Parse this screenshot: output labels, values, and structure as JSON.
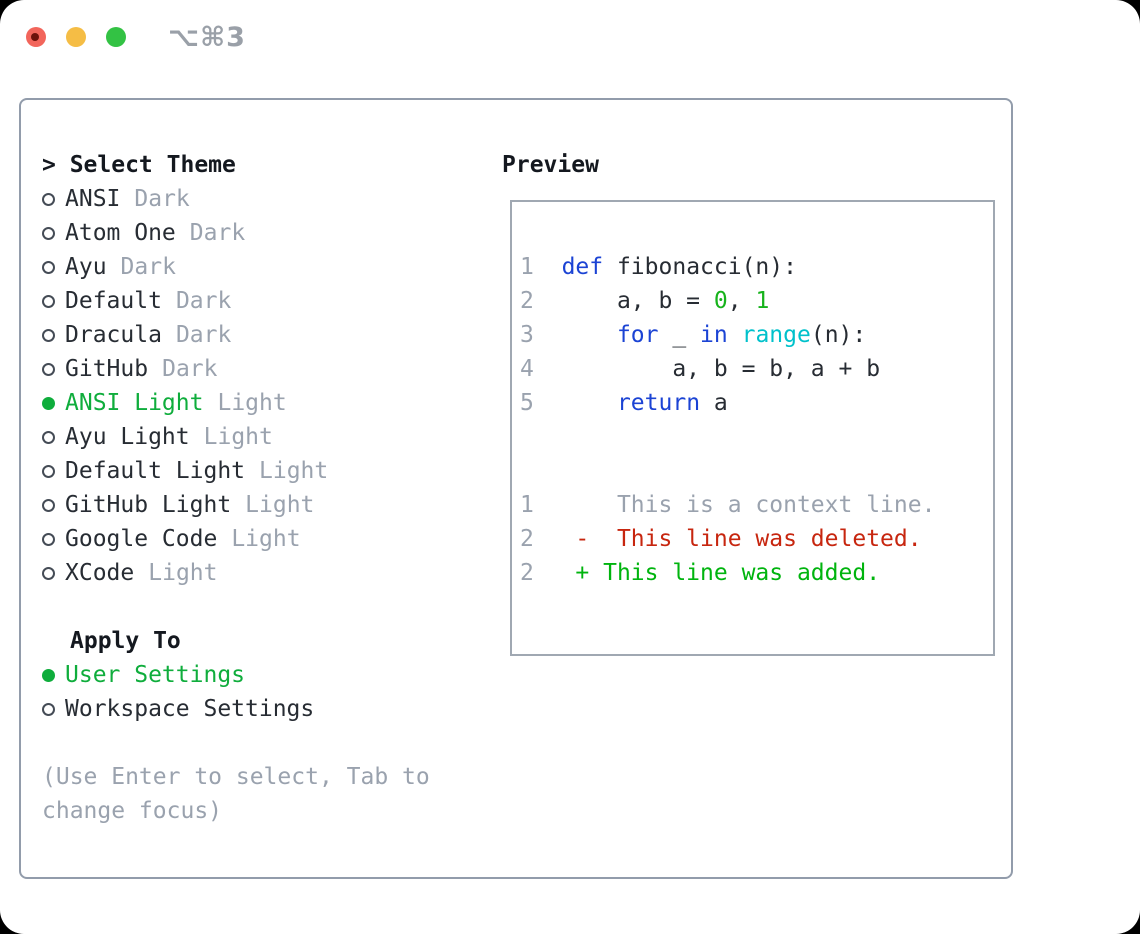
{
  "titlebar": {
    "shortcut": "⌥⌘3",
    "traffic_colors": {
      "close": "#f2655b",
      "minimize": "#f5bd45",
      "zoom": "#33c244",
      "close_dot": "#6d120b"
    }
  },
  "colors": {
    "accent_green": "#0fad3c",
    "keyword_blue": "#1b43d4",
    "builtin_cyan": "#00c1cb",
    "literal_green": "#17b31c",
    "deleted_red": "#c7260f",
    "added_green": "#00b40e",
    "muted_gray": "#9aa2ae",
    "panel_border": "#929cab"
  },
  "theme_panel": {
    "header": "> Select Theme",
    "items": [
      {
        "name": "ANSI",
        "variant": "Dark",
        "selected": false
      },
      {
        "name": "Atom One",
        "variant": "Dark",
        "selected": false
      },
      {
        "name": "Ayu",
        "variant": "Dark",
        "selected": false
      },
      {
        "name": "Default",
        "variant": "Dark",
        "selected": false
      },
      {
        "name": "Dracula",
        "variant": "Dark",
        "selected": false
      },
      {
        "name": "GitHub",
        "variant": "Dark",
        "selected": false
      },
      {
        "name": "ANSI Light",
        "variant": "Light",
        "selected": true
      },
      {
        "name": "Ayu Light",
        "variant": "Light",
        "selected": false
      },
      {
        "name": "Default Light",
        "variant": "Light",
        "selected": false
      },
      {
        "name": "GitHub Light",
        "variant": "Light",
        "selected": false
      },
      {
        "name": "Google Code",
        "variant": "Light",
        "selected": false
      },
      {
        "name": "XCode",
        "variant": "Light",
        "selected": false
      }
    ],
    "apply_to": {
      "header": "Apply To",
      "options": [
        {
          "name": "User Settings",
          "selected": true
        },
        {
          "name": "Workspace Settings",
          "selected": false
        }
      ]
    },
    "help_text": "(Use Enter to select, Tab to\nchange focus)"
  },
  "preview": {
    "header": "Preview",
    "lines": [
      [
        {
          "t": "1",
          "c": "ln"
        },
        {
          "t": "  ",
          "c": "plain"
        },
        {
          "t": "def",
          "c": "kw"
        },
        {
          "t": " fibonacci(n):",
          "c": "plain"
        }
      ],
      [
        {
          "t": "2",
          "c": "ln"
        },
        {
          "t": "      a, b = ",
          "c": "plain"
        },
        {
          "t": "0",
          "c": "lit"
        },
        {
          "t": ", ",
          "c": "plain"
        },
        {
          "t": "1",
          "c": "lit"
        }
      ],
      [
        {
          "t": "3",
          "c": "ln"
        },
        {
          "t": "      ",
          "c": "plain"
        },
        {
          "t": "for",
          "c": "kw"
        },
        {
          "t": " _ ",
          "c": "plain"
        },
        {
          "t": "in",
          "c": "kw"
        },
        {
          "t": " ",
          "c": "plain"
        },
        {
          "t": "range",
          "c": "fn"
        },
        {
          "t": "(n):",
          "c": "plain"
        }
      ],
      [
        {
          "t": "4",
          "c": "ln"
        },
        {
          "t": "          a, b = b, a + b",
          "c": "plain"
        }
      ],
      [
        {
          "t": "5",
          "c": "ln"
        },
        {
          "t": "      ",
          "c": "plain"
        },
        {
          "t": "return",
          "c": "kw"
        },
        {
          "t": " a",
          "c": "plain"
        }
      ],
      [],
      [],
      [
        {
          "t": "1",
          "c": "ln"
        },
        {
          "t": "      This is a context line.",
          "c": "ctx"
        }
      ],
      [
        {
          "t": "2",
          "c": "ln"
        },
        {
          "t": "   ",
          "c": "plain"
        },
        {
          "t": "-  This line was deleted.",
          "c": "del"
        }
      ],
      [
        {
          "t": "2",
          "c": "ln"
        },
        {
          "t": "   ",
          "c": "plain"
        },
        {
          "t": "+ This line was added.",
          "c": "add"
        }
      ]
    ]
  }
}
